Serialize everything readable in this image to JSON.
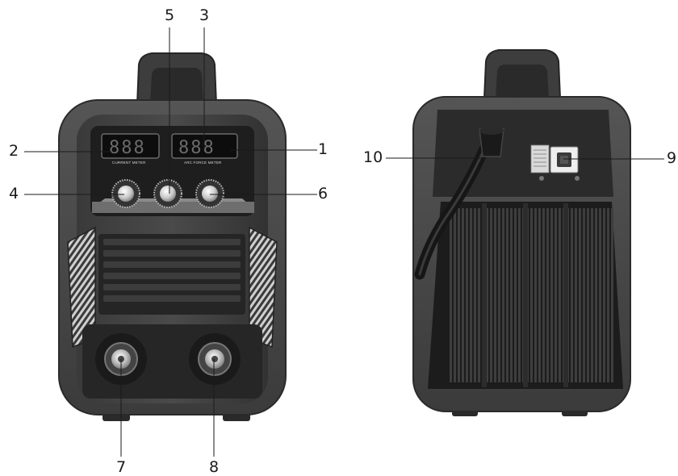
{
  "front_view": {
    "panel_labels": {
      "current_meter": "CURRENT METER",
      "arc_force_meter": "ARC FORCE METER"
    }
  },
  "callouts": {
    "c1": "1",
    "c2": "2",
    "c3": "3",
    "c4": "4",
    "c5": "5",
    "c6": "6",
    "c7": "7",
    "c8": "8",
    "c9": "9",
    "c10": "10"
  },
  "colors": {
    "body": "#2e2e2e",
    "frame": "#444444",
    "display": "#0d0d0d",
    "panel": "#1e1e1e",
    "leader_line": "#1a1a1a"
  }
}
